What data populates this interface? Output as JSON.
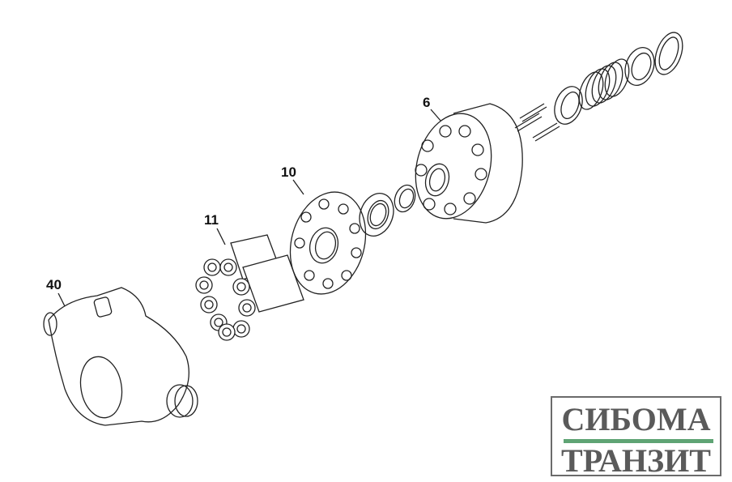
{
  "callouts": {
    "part_6": "6",
    "part_10": "10",
    "part_11": "11",
    "part_40": "40"
  },
  "logo": {
    "line1": "СИБОМА",
    "line2": "ТРАНЗИТ",
    "bar_color": "#5fa474",
    "text_color": "#5a5a5a"
  }
}
